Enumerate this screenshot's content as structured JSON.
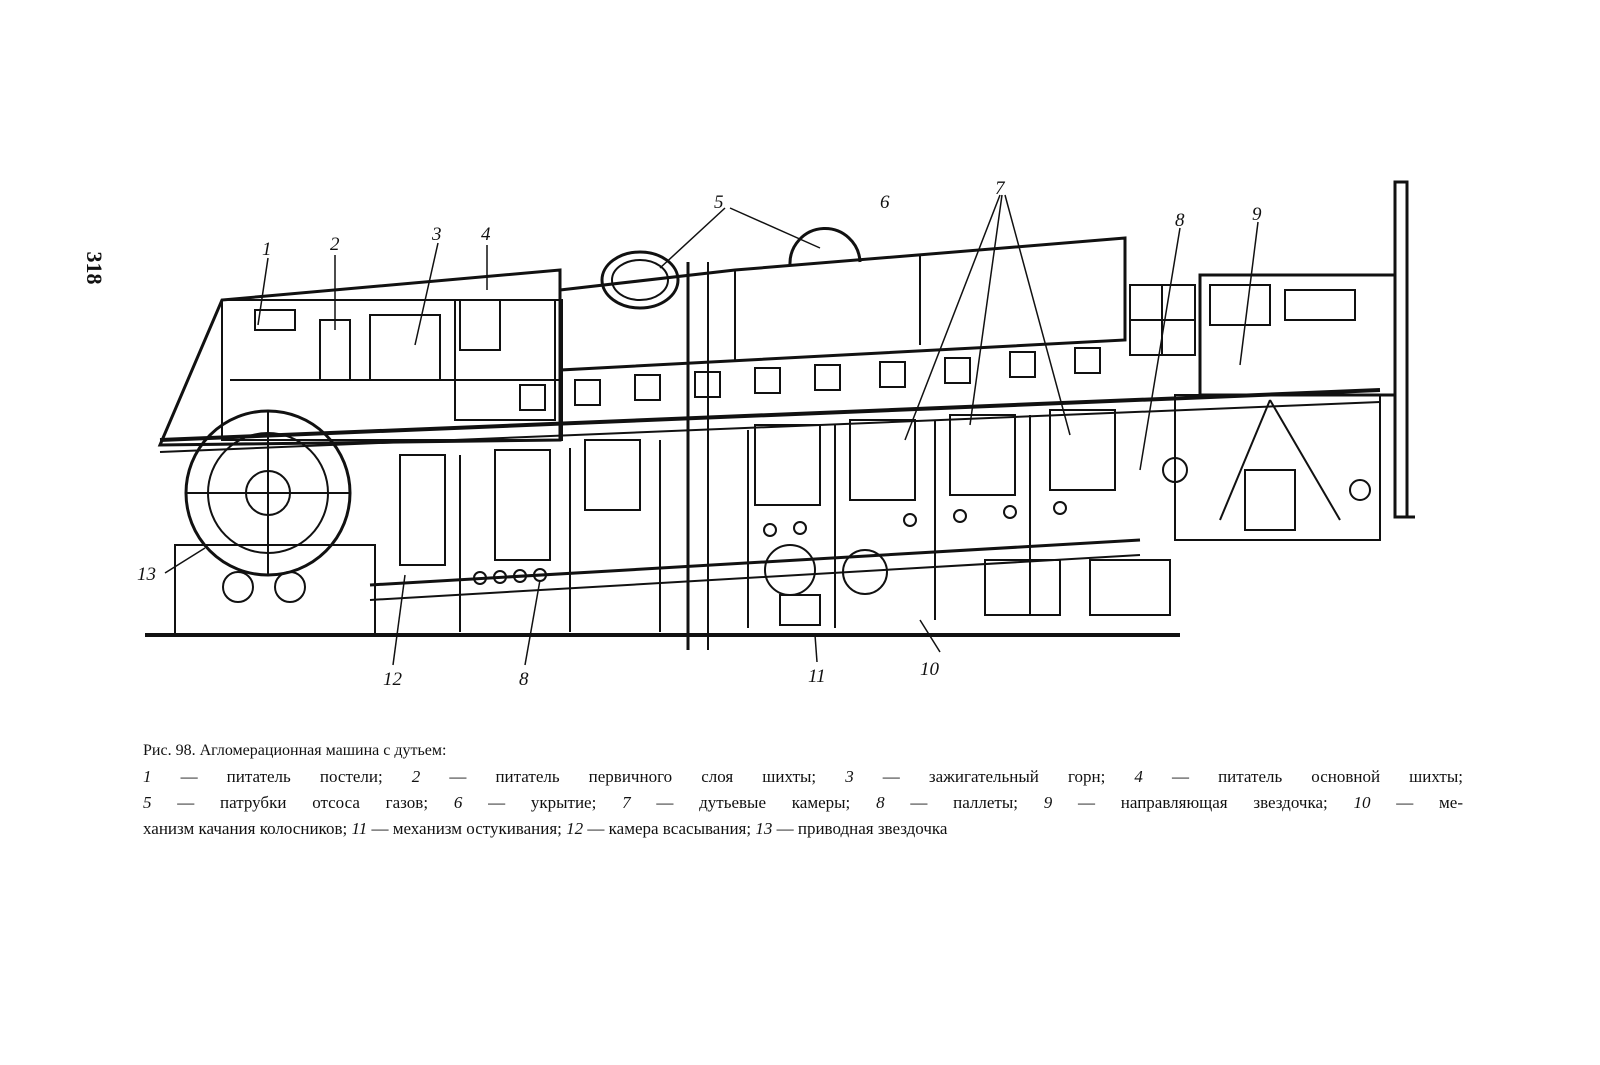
{
  "page_number": "318",
  "figure": {
    "callouts": [
      "1",
      "2",
      "3",
      "4",
      "5",
      "6",
      "7",
      "8",
      "9",
      "10",
      "11",
      "12",
      "13",
      "8"
    ],
    "caption_title": "Рис. 98. Агломерационная машина с дутьем:",
    "legend": [
      {
        "num": "1",
        "text": " — питатель постели; "
      },
      {
        "num": "2",
        "text": " — питатель первичного слоя шихты; "
      },
      {
        "num": "3",
        "text": " — зажигательный горн; "
      },
      {
        "num": "4",
        "text": " — питатель основной шихты;"
      },
      {
        "num": "5",
        "text": " — патрубки отсоса газов; "
      },
      {
        "num": "6",
        "text": " — укрытие; "
      },
      {
        "num": "7",
        "text": " — дутьевые камеры; "
      },
      {
        "num": "8",
        "text": " — паллеты; "
      },
      {
        "num": "9",
        "text": " — направляющая звездочка; "
      },
      {
        "num": "10",
        "text": " — ме-"
      },
      {
        "num": "",
        "text": "ханизм качания колосников; "
      },
      {
        "num": "11",
        "text": " — механизм остукивания; "
      },
      {
        "num": "12",
        "text": " — камера всасывания; "
      },
      {
        "num": "13",
        "text": " — приводная звездочка"
      }
    ]
  }
}
